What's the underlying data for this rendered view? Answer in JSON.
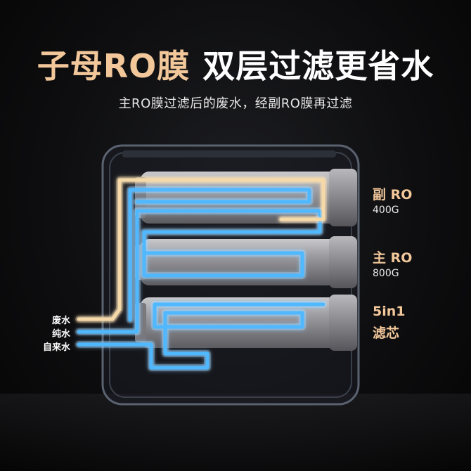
{
  "headline": {
    "part1": "子母RO膜",
    "part2": "双层过滤更省水"
  },
  "subtitle": "主RO膜过滤后的废水，经副RO膜再过滤",
  "filters": [
    {
      "name": "副 RO",
      "spec": "400G",
      "color": "#f2c79a"
    },
    {
      "name": "主 RO",
      "spec": "800G",
      "color": "#f2c79a"
    },
    {
      "name": "5in1",
      "spec": "滤芯",
      "color": "#f2c79a"
    }
  ],
  "pipes": {
    "waste": "废水",
    "pure": "纯水",
    "tap": "自来水",
    "waste_color": "#f5d9a8",
    "water_color": "#4fb8ff"
  }
}
